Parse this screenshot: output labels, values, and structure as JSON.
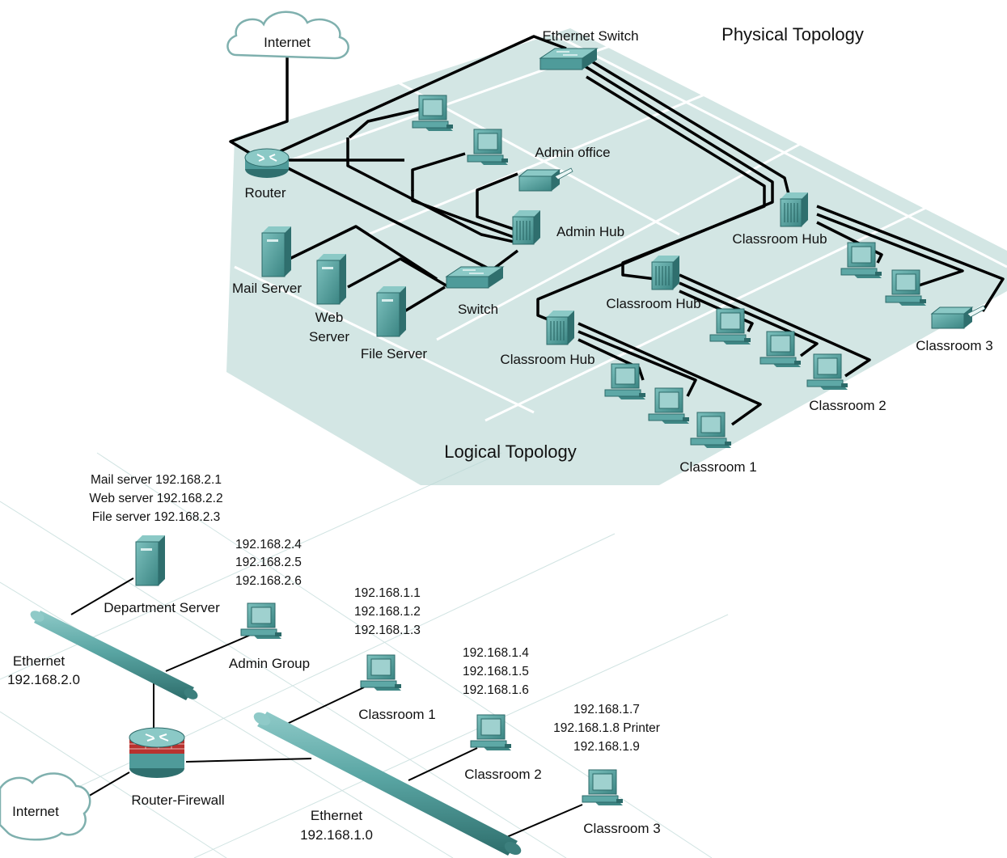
{
  "physical": {
    "title": "Physical Topology",
    "internet": "Internet",
    "ethernet_switch": "Ethernet Switch",
    "router": "Router",
    "admin_office": "Admin office",
    "admin_hub": "Admin Hub",
    "mail_server": "Mail Server",
    "web_server_1": "Web",
    "web_server_2": "Server",
    "file_server": "File Server",
    "switch": "Switch",
    "classroom_hub_a": "Classroom Hub",
    "classroom_hub_b": "Classroom Hub",
    "classroom_hub_c": "Classroom Hub",
    "classroom_1": "Classroom 1",
    "classroom_2": "Classroom 2",
    "classroom_3": "Classroom 3"
  },
  "logical": {
    "title": "Logical Topology",
    "servers_ips": [
      "Mail server 192.168.2.1",
      "Web server 192.168.2.2",
      "File server 192.168.2.3"
    ],
    "admin_ips": [
      "192.168.2.4",
      "192.168.2.5",
      "192.168.2.6"
    ],
    "department_server": "Department Server",
    "admin_group": "Admin Group",
    "ethernet_a": "Ethernet",
    "ethernet_a_net": "192.168.2.0",
    "class1_ips": [
      "192.168.1.1",
      "192.168.1.2",
      "192.168.1.3"
    ],
    "class2_ips": [
      "192.168.1.4",
      "192.168.1.5",
      "192.168.1.6"
    ],
    "class3_ips": [
      "192.168.1.7",
      "192.168.1.8 Printer",
      "192.168.1.9"
    ],
    "classroom_1": "Classroom 1",
    "classroom_2": "Classroom 2",
    "classroom_3": "Classroom 3",
    "router_firewall": "Router-Firewall",
    "internet": "Internet",
    "ethernet_b": "Ethernet",
    "ethernet_b_net": "192.168.1.0"
  },
  "colors": {
    "floor": "#cfe3e1",
    "device": "#4f9b9a",
    "device_dark": "#2f6f6e",
    "cable": "#000000",
    "firewall": "#b8322e"
  },
  "icons": [
    "cloud-icon",
    "router-icon",
    "switch-icon",
    "hub-icon",
    "pc-icon",
    "server-icon",
    "printer-icon",
    "firewall-router-icon",
    "ethernet-pipe-icon"
  ]
}
